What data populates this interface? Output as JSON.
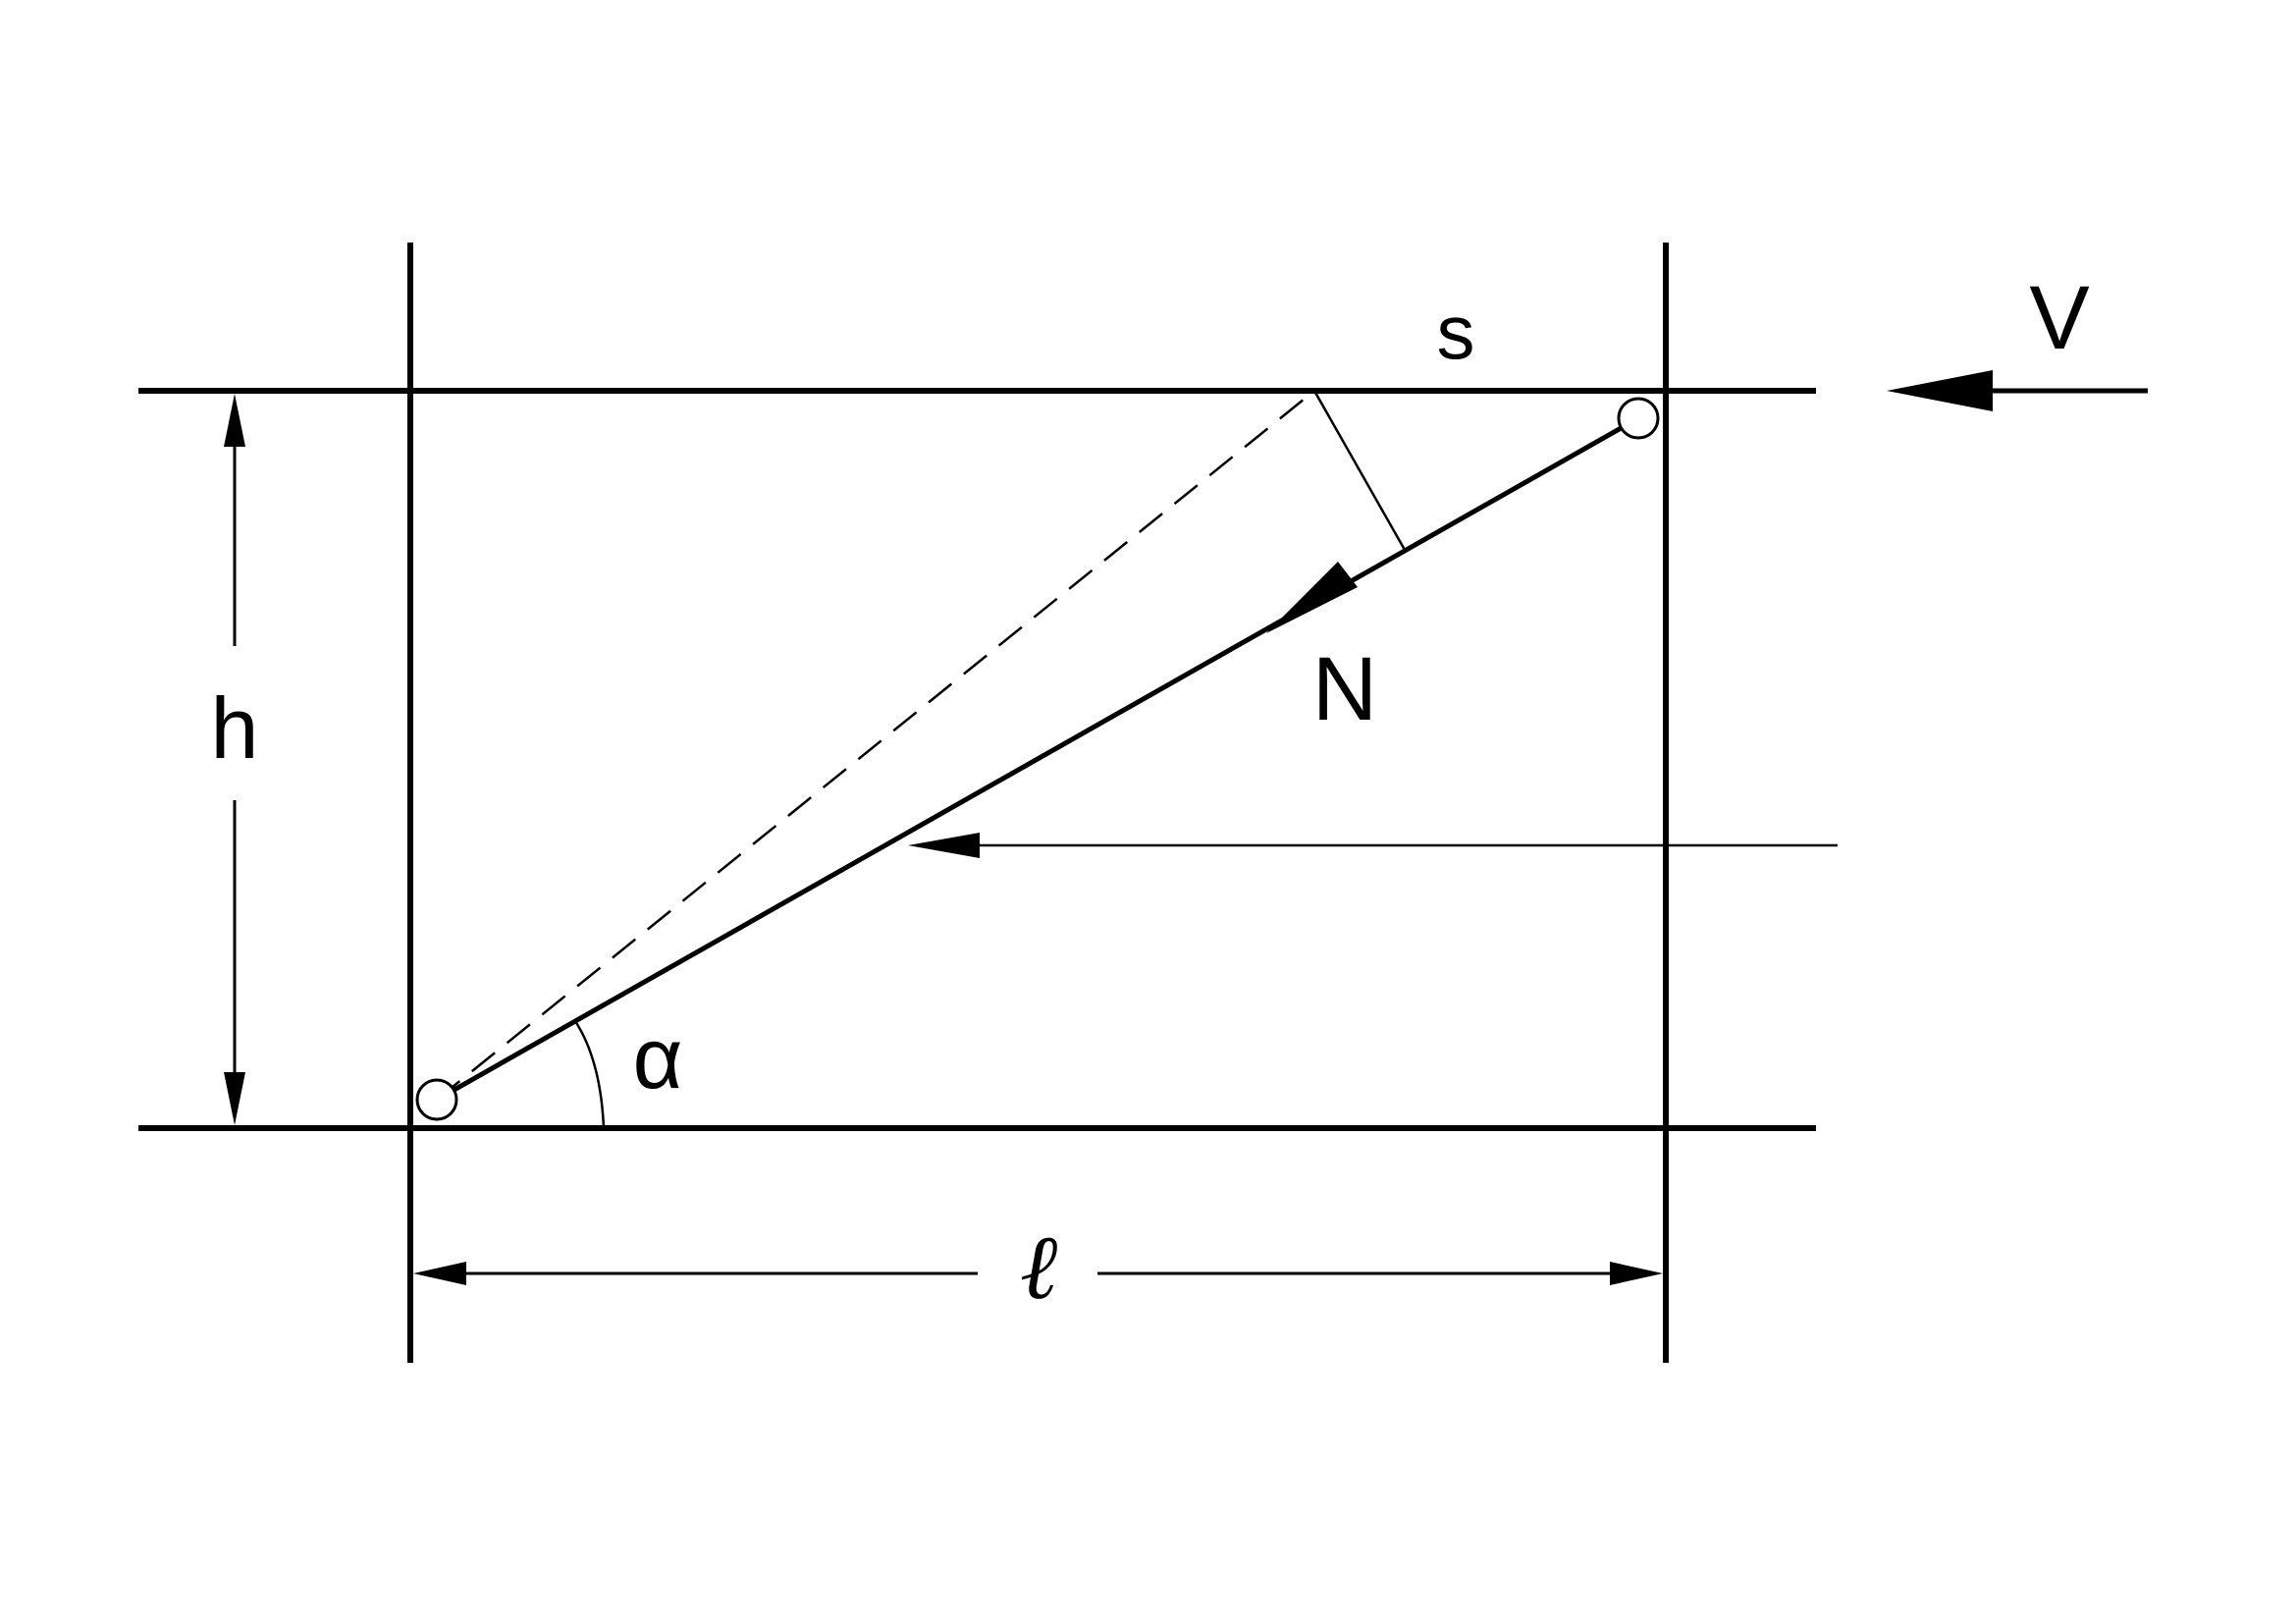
{
  "labels": {
    "s": "s",
    "v": "V",
    "n": "N",
    "h": "h",
    "alpha": "α",
    "ell": "ℓ"
  },
  "colors": {
    "line": "#000000",
    "background": "#ffffff"
  }
}
